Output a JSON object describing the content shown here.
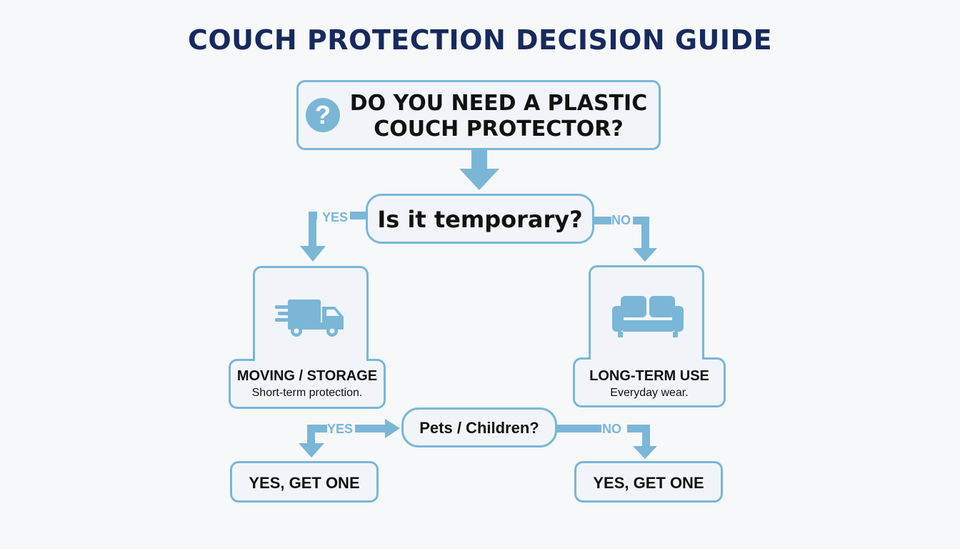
{
  "title": "COUCH PROTECTION DECISION GUIDE",
  "colors": {
    "title": "#182a5c",
    "accent": "#7bb6d6",
    "box_fill": "#f1f5f9",
    "text": "#111111"
  },
  "nodes": {
    "start": {
      "line1": "DO YOU NEED A PLASTIC",
      "line2": "COUCH PROTECTOR?",
      "icon": "question-icon"
    },
    "q1": {
      "text": "Is it temporary?"
    },
    "moving": {
      "title": "MOVING / STORAGE",
      "subtitle": "Short-term protection.",
      "icon": "moving-truck-icon"
    },
    "longterm": {
      "title": "LONG-TERM USE",
      "subtitle": "Everyday wear.",
      "icon": "sofa-icon"
    },
    "q2": {
      "text": "Pets / Children?"
    },
    "result_left": {
      "text": "YES, GET ONE"
    },
    "result_right": {
      "text": "YES, GET ONE"
    }
  },
  "edges": {
    "q1_yes": "YES",
    "q1_no": "NO",
    "q2_yes": "YES",
    "q2_no": "NO"
  }
}
